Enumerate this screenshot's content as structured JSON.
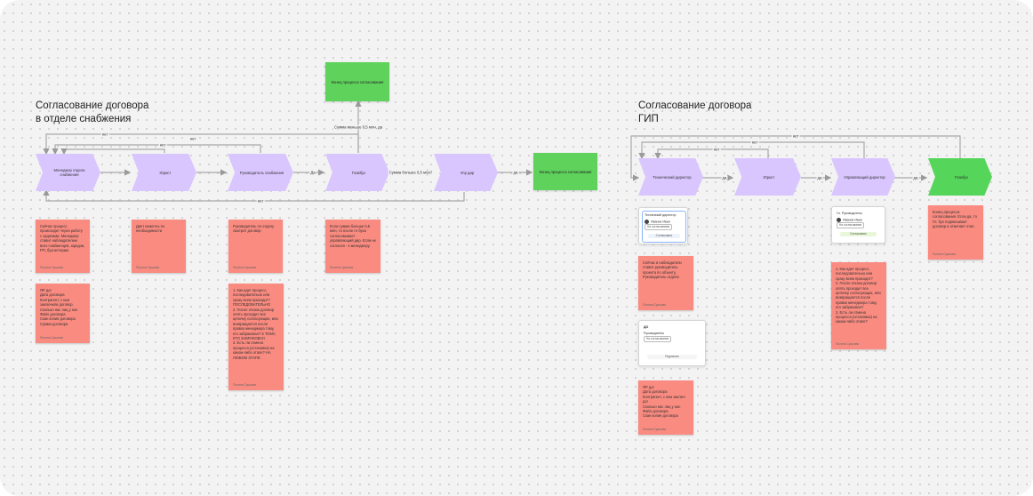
{
  "sections": {
    "supply_title": [
      "Согласование договора",
      "в отделе снабжения"
    ],
    "gip_title": [
      "Согласование договора",
      "ГИП"
    ]
  },
  "supply": {
    "steps": [
      "Менеджер отдела снабжения",
      "Юрист",
      "Руководитель снабжения",
      "Главбух",
      "Упр дир"
    ],
    "end_top": "Конец процесса согласования",
    "end_right": "Конец процесса согласования",
    "labels": {
      "no_1": "нет",
      "no_2": "нет",
      "no_3": "нет",
      "no_bottom": "нет",
      "yes_1": "Да",
      "sum_more": "Сумма больше 0,5 млн?",
      "yes_2": "да",
      "sum_less": "Сумма меньше 0,5 млн, да"
    },
    "notes": [
      {
        "text": "Сейчас процесс происходит через работу с задачами. Менеджер ставит наблюдателем всех снабженцев, юридов, РП, бухгалтерию",
        "author": "Полина Сушкова"
      },
      {
        "text": "Дает коменты по необходимости",
        "author": "Полина Сушкова"
      },
      {
        "text": "Руководитель по отделу смотрит договор",
        "author": "Полина Сушкова"
      },
      {
        "text": "Если сумма больше 0,5 млн, то после гл буха согласовывает управляющий дир. Если не согласен - к менеджеру.",
        "author": "Полина Сушкова"
      },
      {
        "text": "ЯР дог\nДата договора\nКонтрагент, с кем заключили договор\nСколько нас лиц у нас\nФайл договора\nСкан копия договора\nСумма договора",
        "author": "Полина Сушкова"
      },
      {
        "text": "1. Как идет процесс, последовательно или сразу всем приходит? ПОСЛЕДОВАТЕЛЬНО\n2. После отказа договор опять проходит все цепочку согласующих, или возвращается после правок менеджера тому, кто забраковал? К ТОМУ, КТО ЗАБРАКОВАЛ\n3. Есть ли отмена процесса (остановка) на каком-либо этапе? НА ЛЮБОМ ЭТАПЕ",
        "author": "Полина Сушкова"
      }
    ]
  },
  "gip": {
    "steps": [
      "Технический директор",
      "Юрист",
      "Управляющий директор",
      "Главбух"
    ],
    "labels": {
      "no_outer": "нет",
      "no_mid": "нет",
      "no_inner": "нет",
      "yes_1": "да",
      "yes_2": "да",
      "yes_3": "да"
    },
    "notes": [
      {
        "text": "Конец процесса согласования. Если да, то Гл. бух подписывает договор и отмечает этап.",
        "author": "Полина Сушкова"
      },
      {
        "text": "Сейчас в наблюдатели ставит руководитель проекта по объекту, Руководитель отдела",
        "author": "Полина Сушкова"
      },
      {
        "text": "1. Как идет процесс, последовательно или сразу всем приходит?\n2. После отказа договор опять проходит все цепочку согласующих, или возвращается после правок менеджера тому, кто забраковал?\n3. Есть ли отмена процесса (остановка) на каком-либо этапе?",
        "author": "Полина Сушкова"
      },
      {
        "text": "ЯР дог\nДата договора\nКонтрагент, с кем заключ дог\nСколько нас лиц у нас\nФайл договора\nСкан копия договора",
        "author": "Полина Сушкова"
      }
    ],
    "cards": {
      "card1_title": "Техничекий директор",
      "card1_user": "Иванов Иван",
      "card1_status": "На согласовании",
      "card1_action": "Согласовать",
      "card2_title": "ДО",
      "card2_sub": "Руководитель",
      "card2_status": "На согласовании",
      "card2_action": "Подписать",
      "card3_title": "Гл. Руководитель",
      "card3_user": "Иванов Иван",
      "card3_status": "На согласовании",
      "card3_action": "Согласовать"
    }
  },
  "colors": {
    "step": "#d9c6ff",
    "end": "#55d65a",
    "note": "#fa8b80",
    "connector": "#a9a9a9"
  }
}
